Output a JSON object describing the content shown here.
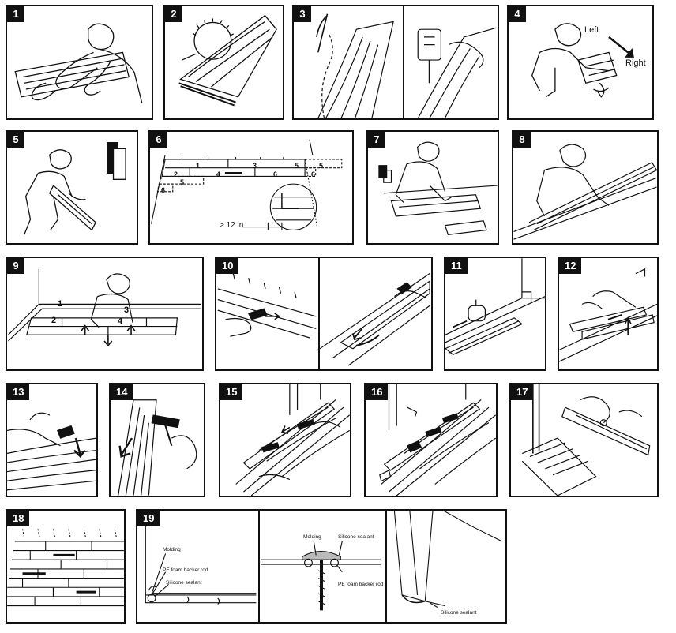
{
  "steps": [
    "1",
    "2",
    "3",
    "4",
    "5",
    "6",
    "7",
    "8",
    "9",
    "10",
    "11",
    "12",
    "13",
    "14",
    "15",
    "16",
    "17",
    "18",
    "19"
  ],
  "step4": {
    "left": "Left",
    "right": "Right"
  },
  "step6": {
    "rows": [
      "1",
      "2",
      "3",
      "4",
      "5",
      "6",
      "5",
      "6",
      "5",
      "6"
    ],
    "gap_label": "> 12 in"
  },
  "step9": {
    "rows": [
      "1",
      "2",
      "3",
      "4"
    ]
  },
  "step19": {
    "molding": "Molding",
    "pe_foam": "PE foam backer rod",
    "silicone": "Silicone sealant",
    "molding_mid": "Molding",
    "silicone_mid": "Silicone sealant",
    "pe_foam_mid": "PE foam backer rod",
    "silicone_right": "Silicone sealant"
  }
}
